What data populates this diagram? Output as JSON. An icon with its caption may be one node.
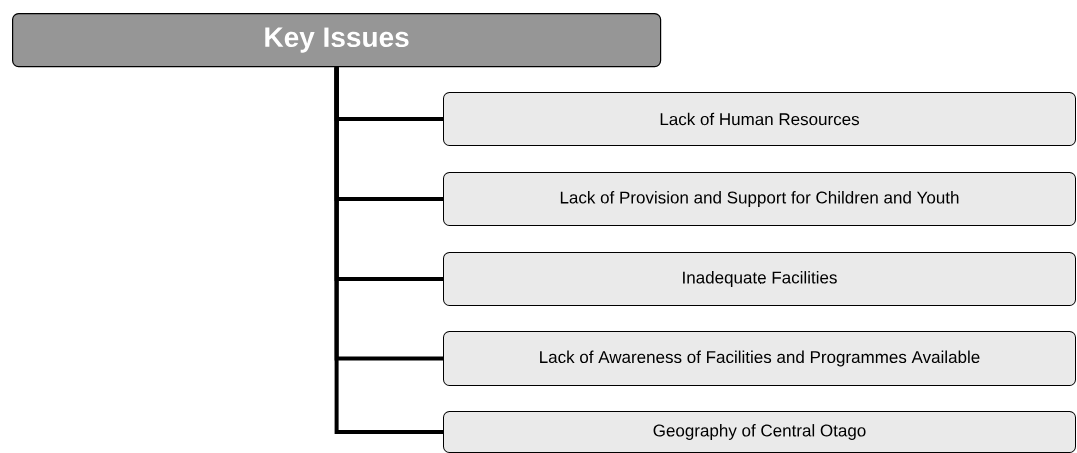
{
  "diagram": {
    "nodes": [
      {
        "text": [
          "Key Issues"
        ]
      },
      {
        "text": [
          "Lack of Human Resources"
        ]
      },
      {
        "text": [
          "Lack of Provision and Support for Children and Youth"
        ]
      },
      {
        "text": [
          "Inadequate Facilities"
        ]
      },
      {
        "text": [
          "Lack of Awareness of Facilities and Programmes Available"
        ]
      },
      {
        "text": [
          "Geography of Central Otago"
        ]
      }
    ],
    "edges": [
      {
        "from": 0,
        "to": 1,
        "arrow": "none"
      },
      {
        "from": 0,
        "to": 2,
        "arrow": "none"
      },
      {
        "from": 0,
        "to": 3,
        "arrow": "none"
      },
      {
        "from": 0,
        "to": 4,
        "arrow": "none"
      },
      {
        "from": 0,
        "to": 5,
        "arrow": "none"
      }
    ]
  }
}
